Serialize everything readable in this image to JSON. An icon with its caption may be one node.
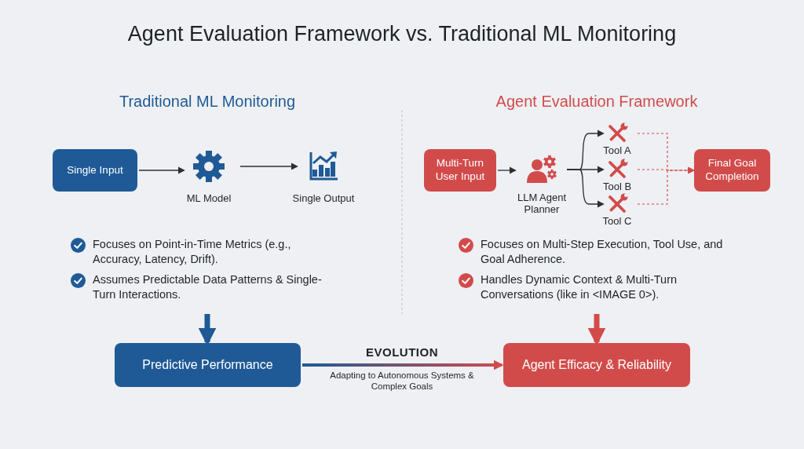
{
  "diagram": {
    "title": "Agent Evaluation Framework vs. Traditional ML Monitoring",
    "nodes": [
      {
        "text": [
          "Single Input"
        ]
      },
      {
        "text": [
          "ML Model"
        ]
      },
      {
        "text": [
          "Single Output"
        ]
      },
      {
        "text": [
          "Multi-Turn User Input"
        ]
      },
      {
        "text": [
          "LLM Agent Planner"
        ]
      },
      {
        "text": [
          "Tool A"
        ]
      },
      {
        "text": [
          "Tool B"
        ]
      },
      {
        "text": [
          "Tool C"
        ]
      },
      {
        "text": [
          "Final Goal Completion"
        ]
      },
      {
        "text": [
          "Predictive Performance"
        ]
      },
      {
        "text": [
          "Agent Efficacy & Reliability"
        ]
      }
    ],
    "edges": [
      {
        "from": 0,
        "to": 1,
        "arrow": "to"
      },
      {
        "from": 1,
        "to": 2,
        "arrow": "to"
      },
      {
        "from": 3,
        "to": 4,
        "arrow": "to"
      },
      {
        "from": 4,
        "to": 5,
        "arrow": "to"
      },
      {
        "from": 4,
        "to": 6,
        "arrow": "to"
      },
      {
        "from": 4,
        "to": 7,
        "arrow": "to"
      },
      {
        "from": 5,
        "to": 8,
        "arrow": "to",
        "style": "dashed",
        "color": "#d24b4b"
      },
      {
        "from": 6,
        "to": 8,
        "arrow": "to",
        "style": "dashed",
        "color": "#d24b4b"
      },
      {
        "from": 7,
        "to": 8,
        "arrow": "to",
        "style": "dashed",
        "color": "#d24b4b"
      },
      {
        "from": null,
        "to": 9,
        "arrow": "to",
        "style": "thick",
        "color": "#1f5a96"
      },
      {
        "from": null,
        "to": 10,
        "arrow": "to",
        "style": "thick",
        "color": "#d24b4b"
      },
      {
        "from": 9,
        "to": 10,
        "arrow": "to",
        "style": "thick",
        "label": "EVOLUTION"
      }
    ],
    "labels": [
      "Traditional ML Monitoring",
      "Agent Evaluation Framework",
      "Focuses on Point-in-Time Metrics (e.g., Accuracy, Latency, Drift).",
      "Assumes Predictable Data Patterns & Single-Turn Interactions.",
      "Focuses on Multi-Step Execution, Tool Use, and Goal Adherence.",
      "Handles Dynamic Context & Multi-Turn Conversations (like in <IMAGE 0>).",
      "Adapting to Autonomous Systems & Complex Goals"
    ]
  }
}
